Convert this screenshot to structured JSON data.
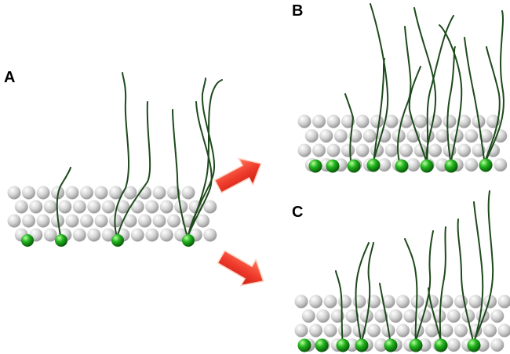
{
  "panels": [
    {
      "label": "A"
    },
    {
      "label": "B"
    },
    {
      "label": "C"
    }
  ],
  "colors": {
    "background_bead": "#d9d9d9",
    "anchor_bead": "#22b41e",
    "chain": "#1e4a1c",
    "arrow": "#ef3b2c"
  },
  "icons": [
    "arrow-right-down-icon",
    "arrow-right-up-icon"
  ]
}
